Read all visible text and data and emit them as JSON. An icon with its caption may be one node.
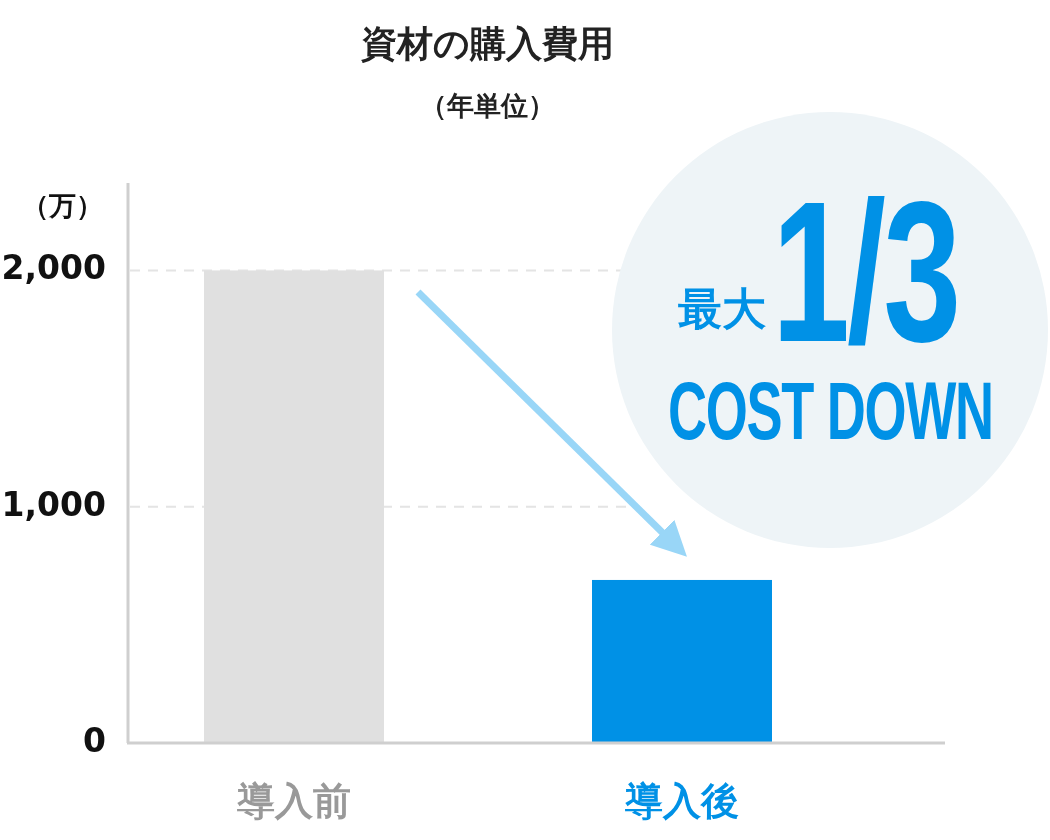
{
  "diagram": {
    "title": "資材の購入費用",
    "nodes": [
      {
        "text": [
          "最大",
          "1/3",
          "COST DOWN"
        ]
      }
    ],
    "labels": [
      "（年単位）"
    ],
    "chart_data": {
      "type": "bar",
      "ylabel": "（万）",
      "categories": [
        "導入前",
        "導入後"
      ],
      "values": [
        2000,
        690
      ],
      "yticks": [
        {
          "value": 0,
          "label": "0"
        },
        {
          "value": 1000,
          "label": "1,000"
        },
        {
          "value": 2000,
          "label": "2,000"
        }
      ],
      "ylim": [
        0,
        2370
      ]
    }
  }
}
